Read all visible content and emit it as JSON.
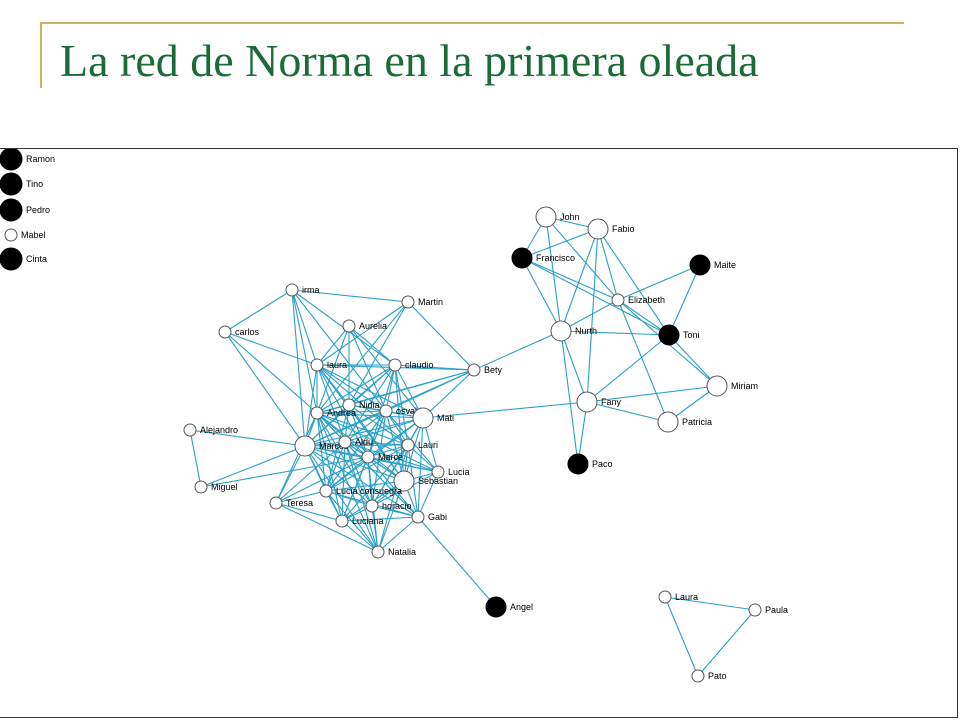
{
  "slide": {
    "title": "La red de Norma en la primera oleada"
  },
  "network": {
    "colors": {
      "edge": "#2aa0c8",
      "title": "#1a6b38",
      "accent_bar": "#c9b55a"
    },
    "nodes": [
      {
        "id": "Ramon",
        "label": "Ramon",
        "color": "black"
      },
      {
        "id": "Tino",
        "label": "Tino",
        "color": "black"
      },
      {
        "id": "Pedro",
        "label": "Pedro",
        "color": "black"
      },
      {
        "id": "Mabel",
        "label": "Mabel",
        "color": "white"
      },
      {
        "id": "Cinta",
        "label": "Cinta",
        "color": "black"
      },
      {
        "id": "John",
        "label": "John",
        "color": "white"
      },
      {
        "id": "Fabio",
        "label": "Fabio",
        "color": "white"
      },
      {
        "id": "Francisco",
        "label": "Francisco",
        "color": "black"
      },
      {
        "id": "Maite",
        "label": "Maite",
        "color": "black"
      },
      {
        "id": "Elizabeth",
        "label": "Elizabeth",
        "color": "white"
      },
      {
        "id": "Nurth",
        "label": "Nurth",
        "color": "white"
      },
      {
        "id": "Toni",
        "label": "Toni",
        "color": "black"
      },
      {
        "id": "Miriam",
        "label": "Miriam",
        "color": "white"
      },
      {
        "id": "Fany",
        "label": "Fany",
        "color": "white"
      },
      {
        "id": "Patricia",
        "label": "Patricia",
        "color": "white"
      },
      {
        "id": "Paco",
        "label": "Paco",
        "color": "black"
      },
      {
        "id": "irma",
        "label": "irma",
        "color": "white"
      },
      {
        "id": "Martin",
        "label": "Martin",
        "color": "white"
      },
      {
        "id": "carlos",
        "label": "carlos",
        "color": "white"
      },
      {
        "id": "Aurelia",
        "label": "Aurelia",
        "color": "white"
      },
      {
        "id": "laura",
        "label": "laura",
        "color": "white"
      },
      {
        "id": "claudio",
        "label": "claudio",
        "color": "white"
      },
      {
        "id": "Bety",
        "label": "Bety",
        "color": "white"
      },
      {
        "id": "Nidia",
        "label": "Nidia",
        "color": "white"
      },
      {
        "id": "Andrea",
        "label": "Andrea",
        "color": "white"
      },
      {
        "id": "osvaldo",
        "label": "osvaldo",
        "color": "white"
      },
      {
        "id": "Mati",
        "label": "Mati",
        "color": "white"
      },
      {
        "id": "Alejandro",
        "label": "Alejandro",
        "color": "white"
      },
      {
        "id": "Marcos",
        "label": "Marcos",
        "color": "white"
      },
      {
        "id": "Aldu",
        "label": "Aldu",
        "color": "white"
      },
      {
        "id": "Lauri",
        "label": "Lauri",
        "color": "white"
      },
      {
        "id": "Marce",
        "label": "Marce",
        "color": "white"
      },
      {
        "id": "Lucia",
        "label": "Lucia",
        "color": "white"
      },
      {
        "id": "Sebastian",
        "label": "Sebastian",
        "color": "white"
      },
      {
        "id": "Miguel",
        "label": "Miguel",
        "color": "white"
      },
      {
        "id": "LuciaC",
        "label": "Lucia consuegra",
        "color": "white"
      },
      {
        "id": "Teresa",
        "label": "Teresa",
        "color": "white"
      },
      {
        "id": "horacio",
        "label": "horacio",
        "color": "white"
      },
      {
        "id": "Gabi",
        "label": "Gabi",
        "color": "white"
      },
      {
        "id": "Luciana",
        "label": "Luciana",
        "color": "white"
      },
      {
        "id": "Natalia",
        "label": "Natalia",
        "color": "white"
      },
      {
        "id": "Angel",
        "label": "Angel",
        "color": "black"
      },
      {
        "id": "LauraR",
        "label": "Laura",
        "color": "white"
      },
      {
        "id": "Paula",
        "label": "Paula",
        "color": "white"
      },
      {
        "id": "Pato",
        "label": "Pato",
        "color": "white"
      }
    ],
    "edges": [
      [
        "John",
        "Fabio"
      ],
      [
        "John",
        "Francisco"
      ],
      [
        "John",
        "Elizabeth"
      ],
      [
        "John",
        "Nurth"
      ],
      [
        "Fabio",
        "Francisco"
      ],
      [
        "Fabio",
        "Elizabeth"
      ],
      [
        "Fabio",
        "Nurth"
      ],
      [
        "Fabio",
        "Fany"
      ],
      [
        "Fabio",
        "Toni"
      ],
      [
        "Francisco",
        "Elizabeth"
      ],
      [
        "Francisco",
        "Nurth"
      ],
      [
        "Francisco",
        "Toni"
      ],
      [
        "Maite",
        "Elizabeth"
      ],
      [
        "Maite",
        "Toni"
      ],
      [
        "Elizabeth",
        "Toni"
      ],
      [
        "Elizabeth",
        "Nurth"
      ],
      [
        "Elizabeth",
        "Miriam"
      ],
      [
        "Elizabeth",
        "Patricia"
      ],
      [
        "Nurth",
        "Toni"
      ],
      [
        "Nurth",
        "Fany"
      ],
      [
        "Nurth",
        "Paco"
      ],
      [
        "Nurth",
        "Bety"
      ],
      [
        "Toni",
        "Fany"
      ],
      [
        "Toni",
        "Miriam"
      ],
      [
        "Miriam",
        "Fany"
      ],
      [
        "Miriam",
        "Patricia"
      ],
      [
        "Fany",
        "Patricia"
      ],
      [
        "Fany",
        "Paco"
      ],
      [
        "Fany",
        "Mati"
      ],
      [
        "irma",
        "Martin"
      ],
      [
        "irma",
        "carlos"
      ],
      [
        "irma",
        "laura"
      ],
      [
        "irma",
        "Andrea"
      ],
      [
        "irma",
        "osvaldo"
      ],
      [
        "irma",
        "claudio"
      ],
      [
        "irma",
        "Marcos"
      ],
      [
        "Martin",
        "Bety"
      ],
      [
        "Martin",
        "laura"
      ],
      [
        "Martin",
        "Andrea"
      ],
      [
        "Martin",
        "Nidia"
      ],
      [
        "carlos",
        "laura"
      ],
      [
        "carlos",
        "Andrea"
      ],
      [
        "carlos",
        "Marcos"
      ],
      [
        "Aurelia",
        "laura"
      ],
      [
        "Aurelia",
        "claudio"
      ],
      [
        "Aurelia",
        "Nidia"
      ],
      [
        "Aurelia",
        "Mati"
      ],
      [
        "Aurelia",
        "Marcos"
      ],
      [
        "Aurelia",
        "osvaldo"
      ],
      [
        "laura",
        "claudio"
      ],
      [
        "laura",
        "Andrea"
      ],
      [
        "laura",
        "Nidia"
      ],
      [
        "laura",
        "osvaldo"
      ],
      [
        "laura",
        "Marcos"
      ],
      [
        "laura",
        "Aldu"
      ],
      [
        "laura",
        "Marce"
      ],
      [
        "laura",
        "Lauri"
      ],
      [
        "laura",
        "Mati"
      ],
      [
        "laura",
        "Sebastian"
      ],
      [
        "laura",
        "Bety"
      ],
      [
        "claudio",
        "Andrea"
      ],
      [
        "claudio",
        "Nidia"
      ],
      [
        "claudio",
        "osvaldo"
      ],
      [
        "claudio",
        "Mati"
      ],
      [
        "claudio",
        "Marcos"
      ],
      [
        "claudio",
        "Aldu"
      ],
      [
        "claudio",
        "Marce"
      ],
      [
        "claudio",
        "Lauri"
      ],
      [
        "claudio",
        "Sebastian"
      ],
      [
        "claudio",
        "Bety"
      ],
      [
        "Bety",
        "Andrea"
      ],
      [
        "Bety",
        "Mati"
      ],
      [
        "Bety",
        "Marcos"
      ],
      [
        "Bety",
        "Nidia"
      ],
      [
        "Bety",
        "osvaldo"
      ],
      [
        "Nidia",
        "Andrea"
      ],
      [
        "Nidia",
        "osvaldo"
      ],
      [
        "Nidia",
        "Mati"
      ],
      [
        "Nidia",
        "Marcos"
      ],
      [
        "Nidia",
        "Aldu"
      ],
      [
        "Nidia",
        "Marce"
      ],
      [
        "Nidia",
        "Lauri"
      ],
      [
        "Nidia",
        "Sebastian"
      ],
      [
        "Nidia",
        "LuciaC"
      ],
      [
        "Andrea",
        "osvaldo"
      ],
      [
        "Andrea",
        "Mati"
      ],
      [
        "Andrea",
        "Marcos"
      ],
      [
        "Andrea",
        "Aldu"
      ],
      [
        "Andrea",
        "Marce"
      ],
      [
        "Andrea",
        "Lauri"
      ],
      [
        "Andrea",
        "Lucia"
      ],
      [
        "Andrea",
        "Sebastian"
      ],
      [
        "Andrea",
        "LuciaC"
      ],
      [
        "Andrea",
        "Luciana"
      ],
      [
        "Andrea",
        "horacio"
      ],
      [
        "Andrea",
        "Gabi"
      ],
      [
        "Andrea",
        "Teresa"
      ],
      [
        "Andrea",
        "Natalia"
      ],
      [
        "osvaldo",
        "Mati"
      ],
      [
        "osvaldo",
        "Marcos"
      ],
      [
        "osvaldo",
        "Aldu"
      ],
      [
        "osvaldo",
        "Marce"
      ],
      [
        "osvaldo",
        "Lauri"
      ],
      [
        "osvaldo",
        "Lucia"
      ],
      [
        "osvaldo",
        "Sebastian"
      ],
      [
        "osvaldo",
        "LuciaC"
      ],
      [
        "osvaldo",
        "Luciana"
      ],
      [
        "osvaldo",
        "horacio"
      ],
      [
        "Mati",
        "Marcos"
      ],
      [
        "Mati",
        "Aldu"
      ],
      [
        "Mati",
        "Marce"
      ],
      [
        "Mati",
        "Lauri"
      ],
      [
        "Mati",
        "Lucia"
      ],
      [
        "Mati",
        "Sebastian"
      ],
      [
        "Mati",
        "LuciaC"
      ],
      [
        "Mati",
        "Gabi"
      ],
      [
        "Mati",
        "horacio"
      ],
      [
        "Alejandro",
        "Miguel"
      ],
      [
        "Alejandro",
        "Marcos"
      ],
      [
        "Marcos",
        "Aldu"
      ],
      [
        "Marcos",
        "Marce"
      ],
      [
        "Marcos",
        "Lauri"
      ],
      [
        "Marcos",
        "Lucia"
      ],
      [
        "Marcos",
        "Sebastian"
      ],
      [
        "Marcos",
        "Miguel"
      ],
      [
        "Marcos",
        "LuciaC"
      ],
      [
        "Marcos",
        "Teresa"
      ],
      [
        "Marcos",
        "horacio"
      ],
      [
        "Marcos",
        "Gabi"
      ],
      [
        "Marcos",
        "Luciana"
      ],
      [
        "Marcos",
        "Natalia"
      ],
      [
        "Aldu",
        "Marce"
      ],
      [
        "Aldu",
        "Lauri"
      ],
      [
        "Aldu",
        "Lucia"
      ],
      [
        "Aldu",
        "Sebastian"
      ],
      [
        "Aldu",
        "LuciaC"
      ],
      [
        "Aldu",
        "Teresa"
      ],
      [
        "Aldu",
        "horacio"
      ],
      [
        "Aldu",
        "Gabi"
      ],
      [
        "Aldu",
        "Luciana"
      ],
      [
        "Aldu",
        "Natalia"
      ],
      [
        "Lauri",
        "Marce"
      ],
      [
        "Lauri",
        "Lucia"
      ],
      [
        "Lauri",
        "Sebastian"
      ],
      [
        "Lauri",
        "LuciaC"
      ],
      [
        "Lauri",
        "horacio"
      ],
      [
        "Lauri",
        "Gabi"
      ],
      [
        "Lauri",
        "Luciana"
      ],
      [
        "Lauri",
        "Natalia"
      ],
      [
        "Marce",
        "Lucia"
      ],
      [
        "Marce",
        "Sebastian"
      ],
      [
        "Marce",
        "LuciaC"
      ],
      [
        "Marce",
        "horacio"
      ],
      [
        "Marce",
        "Gabi"
      ],
      [
        "Marce",
        "Luciana"
      ],
      [
        "Marce",
        "Natalia"
      ],
      [
        "Marce",
        "Teresa"
      ],
      [
        "Marce",
        "Miguel"
      ],
      [
        "Lucia",
        "Sebastian"
      ],
      [
        "Lucia",
        "Gabi"
      ],
      [
        "Lucia",
        "horacio"
      ],
      [
        "Sebastian",
        "LuciaC"
      ],
      [
        "Sebastian",
        "horacio"
      ],
      [
        "Sebastian",
        "Gabi"
      ],
      [
        "Sebastian",
        "Luciana"
      ],
      [
        "Sebastian",
        "Natalia"
      ],
      [
        "LuciaC",
        "horacio"
      ],
      [
        "LuciaC",
        "Luciana"
      ],
      [
        "LuciaC",
        "Gabi"
      ],
      [
        "LuciaC",
        "Natalia"
      ],
      [
        "LuciaC",
        "Teresa"
      ],
      [
        "Teresa",
        "Luciana"
      ],
      [
        "Teresa",
        "Natalia"
      ],
      [
        "horacio",
        "Luciana"
      ],
      [
        "horacio",
        "Gabi"
      ],
      [
        "horacio",
        "Natalia"
      ],
      [
        "Gabi",
        "Luciana"
      ],
      [
        "Gabi",
        "Natalia"
      ],
      [
        "Gabi",
        "Angel"
      ],
      [
        "Luciana",
        "Natalia"
      ],
      [
        "LauraR",
        "Paula"
      ],
      [
        "LauraR",
        "Pato"
      ],
      [
        "Paula",
        "Pato"
      ]
    ]
  }
}
